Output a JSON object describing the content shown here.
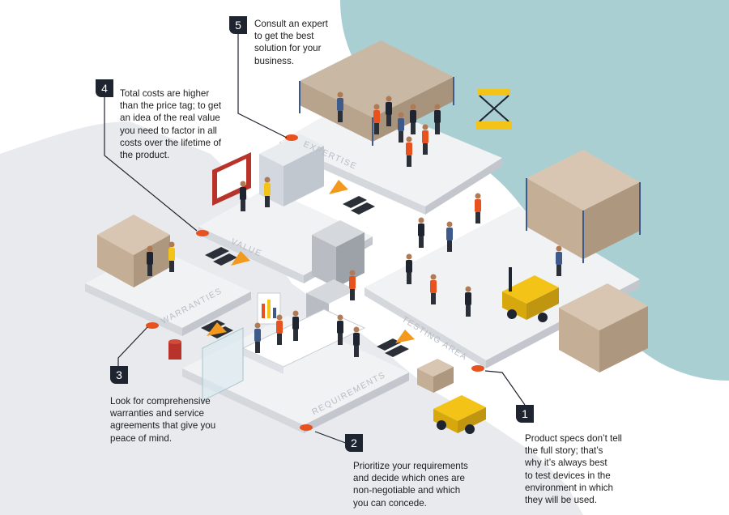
{
  "colors": {
    "teal_bg": "#a9cfd3",
    "grey_bg": "#e4e6ea",
    "floor": "#f1f2f4",
    "accent_orange": "#e8521f",
    "accent_yellow": "#f3c318",
    "dark": "#1f2530"
  },
  "zones": {
    "expertise": "EXPERTISE",
    "value": "VALUE",
    "warranties": "WARRANTIES",
    "requirements": "REQUIREMENTS",
    "testing": "TESTING AREA"
  },
  "callouts": [
    {
      "num": "1",
      "text": [
        "Product specs don’t tell",
        "the full story; that’s",
        "why it’s always best",
        "to test devices in the",
        "environment in which",
        "they will be used."
      ]
    },
    {
      "num": "2",
      "text": [
        "Prioritize your requirements",
        "and decide which ones are",
        "non-negotiable and which",
        "you can concede."
      ]
    },
    {
      "num": "3",
      "text": [
        "Look for comprehensive",
        "warranties and service",
        "agreements that give you",
        "peace of mind."
      ]
    },
    {
      "num": "4",
      "text": [
        "Total costs are higher",
        "than the price tag; to get",
        "an idea of the real value",
        "you need to factor in all",
        "costs over the lifetime of",
        "the product."
      ]
    },
    {
      "num": "5",
      "text": [
        "Consult an expert",
        "to get the best",
        "solution for your",
        "business."
      ]
    }
  ]
}
